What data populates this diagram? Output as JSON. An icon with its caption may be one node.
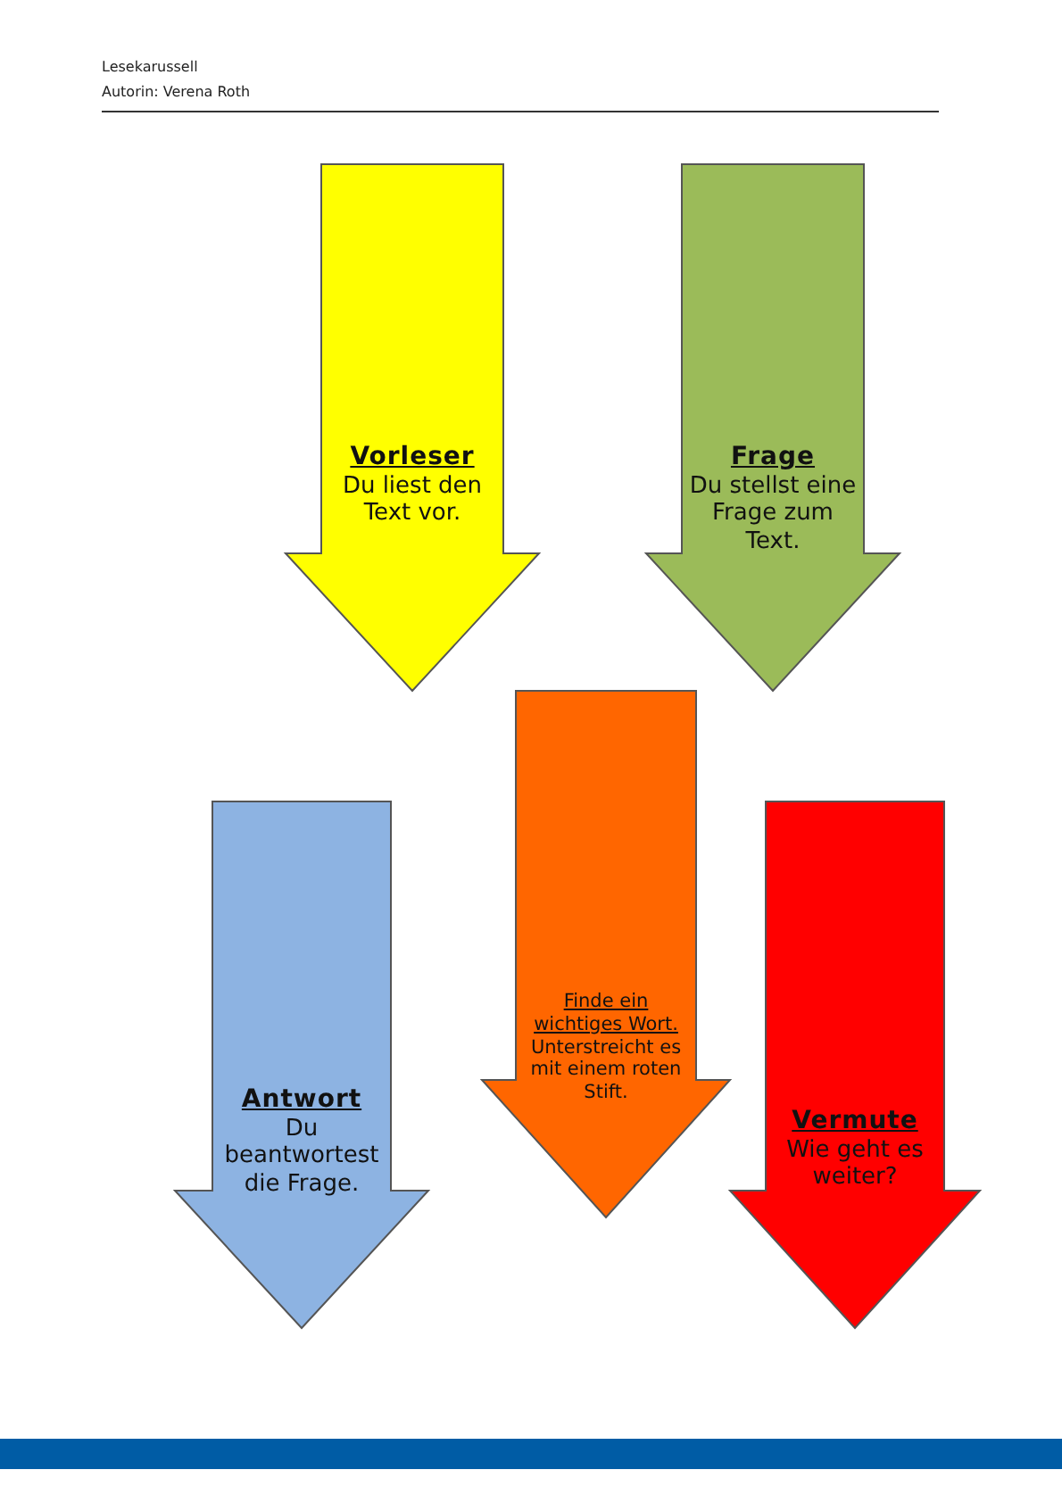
{
  "diagram": {
    "nodes": [
      {
        "text": [
          "Vorleser",
          "Du liest den Text vor."
        ]
      },
      {
        "text": [
          "Frage",
          "Du stellst eine Frage zum Text."
        ]
      },
      {
        "text": [
          "Finde ein wichtiges Wort.",
          "Unterstreicht es mit einem roten Stift."
        ]
      },
      {
        "text": [
          "Antwort",
          "Du beantwortest die Frage."
        ]
      },
      {
        "text": [
          "Vermute",
          "Wie geht es weiter?"
        ]
      }
    ],
    "labels": [
      "Lesekarussell",
      "Autorin: Verena Roth"
    ]
  }
}
